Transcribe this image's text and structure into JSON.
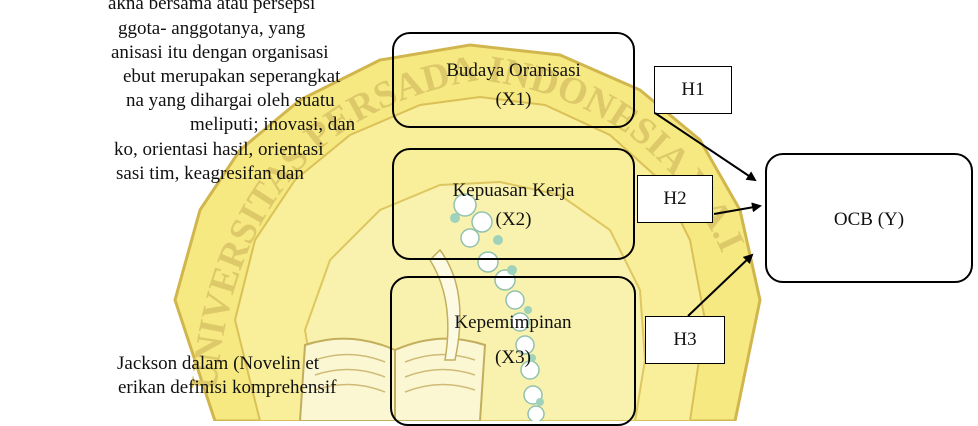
{
  "background_text": {
    "lines": [
      "akna bersama atau persepsi",
      "ggota-  anggotanya,  yang",
      "anisasi itu dengan organisasi",
      "ebut merupakan seperangkat",
      "na yang dihargai oleh suatu",
      "meliputi;  inovasi,  dan",
      "ko, orientasi hasil, orientasi",
      "sasi  tim,  keagresifan  dan",
      "Jackson dalam (Novelin et",
      "erikan definisi komprehensif"
    ]
  },
  "diagram": {
    "variables": [
      {
        "label": "Budaya Oranisasi",
        "code": "(X1)"
      },
      {
        "label": "Kepuasan Kerja",
        "code": "(X2)"
      },
      {
        "label": "Kepemimpinan",
        "code": "(X3)"
      }
    ],
    "dependent": {
      "label": "OCB (Y)"
    },
    "hypotheses": [
      "H1",
      "H2",
      "H3"
    ]
  },
  "watermark": {
    "text": "UNIVERSITAS PERSADA INDONESIA Y.A.I",
    "color": "#f2de55"
  }
}
